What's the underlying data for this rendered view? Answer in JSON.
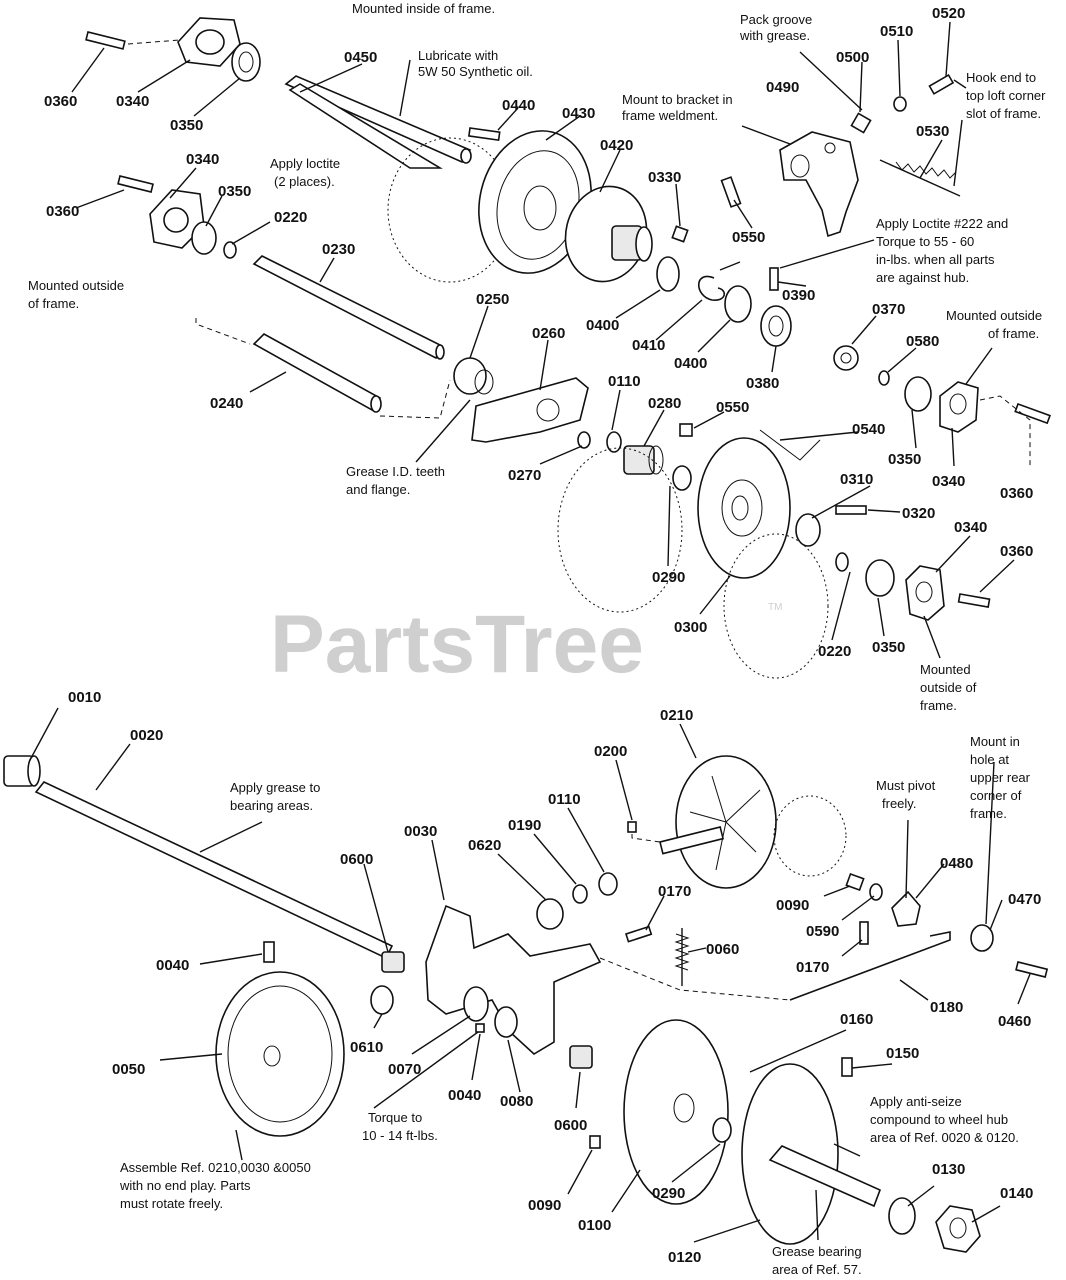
{
  "watermark": {
    "brand": "PartsTree",
    "mark": "TM"
  },
  "callouts": [
    {
      "id": "c360a",
      "text": "0360"
    },
    {
      "id": "c340a",
      "text": "0340"
    },
    {
      "id": "c350a",
      "text": "0350"
    },
    {
      "id": "c450",
      "text": "0450"
    },
    {
      "id": "c440",
      "text": "0440"
    },
    {
      "id": "c430",
      "text": "0430"
    },
    {
      "id": "c420",
      "text": "0420"
    },
    {
      "id": "c330",
      "text": "0330"
    },
    {
      "id": "c490",
      "text": "0490"
    },
    {
      "id": "c500",
      "text": "0500"
    },
    {
      "id": "c510",
      "text": "0510"
    },
    {
      "id": "c520",
      "text": "0520"
    },
    {
      "id": "c530",
      "text": "0530"
    },
    {
      "id": "c550a",
      "text": "0550"
    },
    {
      "id": "c390",
      "text": "0390"
    },
    {
      "id": "c340b",
      "text": "0340"
    },
    {
      "id": "c360b",
      "text": "0360"
    },
    {
      "id": "c350b",
      "text": "0350"
    },
    {
      "id": "c220a",
      "text": "0220"
    },
    {
      "id": "c230",
      "text": "0230"
    },
    {
      "id": "c250",
      "text": "0250"
    },
    {
      "id": "c260",
      "text": "0260"
    },
    {
      "id": "c240",
      "text": "0240"
    },
    {
      "id": "c400a",
      "text": "0400"
    },
    {
      "id": "c410",
      "text": "0410"
    },
    {
      "id": "c400b",
      "text": "0400"
    },
    {
      "id": "c380",
      "text": "0380"
    },
    {
      "id": "c370",
      "text": "0370"
    },
    {
      "id": "c580",
      "text": "0580"
    },
    {
      "id": "c110a",
      "text": "0110"
    },
    {
      "id": "c280",
      "text": "0280"
    },
    {
      "id": "c550b",
      "text": "0550"
    },
    {
      "id": "c540",
      "text": "0540"
    },
    {
      "id": "c270",
      "text": "0270"
    },
    {
      "id": "c350c",
      "text": "0350"
    },
    {
      "id": "c340c",
      "text": "0340"
    },
    {
      "id": "c360c",
      "text": "0360"
    },
    {
      "id": "c310",
      "text": "0310"
    },
    {
      "id": "c320",
      "text": "0320"
    },
    {
      "id": "c290a",
      "text": "0290"
    },
    {
      "id": "c340d",
      "text": "0340"
    },
    {
      "id": "c360d",
      "text": "0360"
    },
    {
      "id": "c300",
      "text": "0300"
    },
    {
      "id": "c220b",
      "text": "0220"
    },
    {
      "id": "c350d",
      "text": "0350"
    },
    {
      "id": "c010",
      "text": "0010"
    },
    {
      "id": "c020",
      "text": "0020"
    },
    {
      "id": "c210",
      "text": "0210"
    },
    {
      "id": "c200",
      "text": "0200"
    },
    {
      "id": "c110b",
      "text": "0110"
    },
    {
      "id": "c190",
      "text": "0190"
    },
    {
      "id": "c030",
      "text": "0030"
    },
    {
      "id": "c620",
      "text": "0620"
    },
    {
      "id": "c600a",
      "text": "0600"
    },
    {
      "id": "c040a",
      "text": "0040"
    },
    {
      "id": "c170a",
      "text": "0170"
    },
    {
      "id": "c060",
      "text": "0060"
    },
    {
      "id": "c090a",
      "text": "0090"
    },
    {
      "id": "c480",
      "text": "0480"
    },
    {
      "id": "c590",
      "text": "0590"
    },
    {
      "id": "c470",
      "text": "0470"
    },
    {
      "id": "c170b",
      "text": "0170"
    },
    {
      "id": "c180",
      "text": "0180"
    },
    {
      "id": "c460",
      "text": "0460"
    },
    {
      "id": "c610",
      "text": "0610"
    },
    {
      "id": "c050",
      "text": "0050"
    },
    {
      "id": "c070",
      "text": "0070"
    },
    {
      "id": "c040b",
      "text": "0040"
    },
    {
      "id": "c080",
      "text": "0080"
    },
    {
      "id": "c160",
      "text": "0160"
    },
    {
      "id": "c150",
      "text": "0150"
    },
    {
      "id": "c600b",
      "text": "0600"
    },
    {
      "id": "c090b",
      "text": "0090"
    },
    {
      "id": "c100",
      "text": "0100"
    },
    {
      "id": "c290b",
      "text": "0290"
    },
    {
      "id": "c120",
      "text": "0120"
    },
    {
      "id": "c130",
      "text": "0130"
    },
    {
      "id": "c140",
      "text": "0140"
    }
  ],
  "notes": [
    {
      "id": "n1",
      "lines": [
        "Mounted inside of frame."
      ]
    },
    {
      "id": "n2",
      "lines": [
        "Lubricate with",
        "5W 50 Synthetic oil."
      ]
    },
    {
      "id": "n3",
      "lines": [
        "Pack groove",
        "with grease."
      ]
    },
    {
      "id": "n4",
      "lines": [
        "Mount to bracket in",
        "frame weldment."
      ]
    },
    {
      "id": "n5",
      "lines": [
        "Hook end to",
        "top loft corner",
        "slot of frame."
      ]
    },
    {
      "id": "n6",
      "lines": [
        "Apply loctite",
        "(2 places)."
      ]
    },
    {
      "id": "n7",
      "lines": [
        "Apply Loctite #222 and",
        "Torque to 55 - 60",
        "in-lbs. when all parts",
        "are against hub."
      ]
    },
    {
      "id": "n8",
      "lines": [
        "Mounted outside",
        "of frame."
      ]
    },
    {
      "id": "n9",
      "lines": [
        "Mounted outside",
        "of frame."
      ]
    },
    {
      "id": "n10",
      "lines": [
        "Grease I.D. teeth",
        "and flange."
      ]
    },
    {
      "id": "n11",
      "lines": [
        "Mounted",
        "outside of",
        "frame."
      ]
    },
    {
      "id": "n12",
      "lines": [
        "Apply grease to",
        "bearing areas."
      ]
    },
    {
      "id": "n13",
      "lines": [
        "Must pivot",
        "freely."
      ]
    },
    {
      "id": "n14",
      "lines": [
        "Mount in",
        "hole at",
        "upper rear",
        "corner of",
        "frame."
      ]
    },
    {
      "id": "n15",
      "lines": [
        "Torque to",
        "10 - 14 ft-lbs."
      ]
    },
    {
      "id": "n16",
      "lines": [
        "Apply anti-seize",
        "compound to wheel hub",
        "area of Ref. 0020 & 0120."
      ]
    },
    {
      "id": "n17",
      "lines": [
        "Assemble Ref. 0210,0030 &0050",
        "with no end play. Parts",
        "must rotate freely."
      ]
    },
    {
      "id": "n18",
      "lines": [
        "Grease bearing",
        "area of Ref. 57."
      ]
    }
  ]
}
